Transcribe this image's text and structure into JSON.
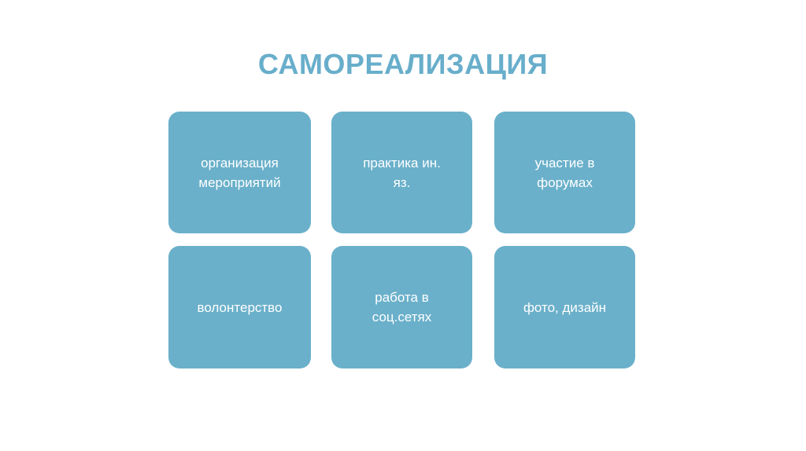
{
  "slide": {
    "title": "САМОРЕАЛИЗАЦИЯ",
    "background_color": "#ffffff",
    "title_color": "#68AECB",
    "card_color": "#6AB0CA",
    "card_text_color": "#ffffff"
  },
  "cards": [
    {
      "label": "организация\nмероприятий",
      "row": 1,
      "column": 1
    },
    {
      "label": "практика ин.\nяз.",
      "row": 1,
      "column": 2
    },
    {
      "label": "участие в\nфорумах",
      "row": 1,
      "column": 3
    },
    {
      "label": "волонтерство",
      "row": 2,
      "column": 1
    },
    {
      "label": "работа в\nсоц.сетях",
      "row": 2,
      "column": 2
    },
    {
      "label": "фото, дизайн",
      "row": 2,
      "column": 3
    }
  ]
}
